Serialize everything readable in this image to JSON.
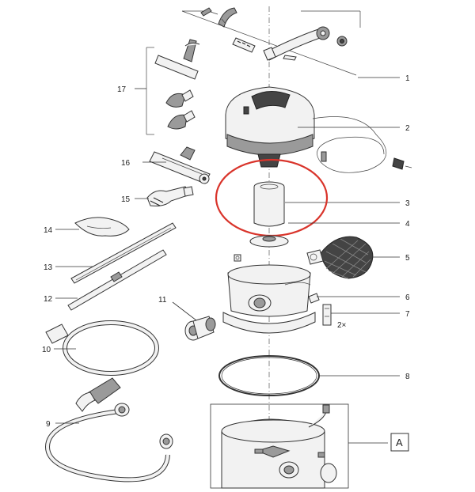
{
  "labels": {
    "p1": "1",
    "p2": "2",
    "p3": "3",
    "p4": "4",
    "p5": "5",
    "p6": "6",
    "p7": "7",
    "p7qty": "2×",
    "p8": "8",
    "p9": "9",
    "p10": "10",
    "p11": "11",
    "p12": "12",
    "p13": "13",
    "p14": "14",
    "p15": "15",
    "p16": "16",
    "p17": "17",
    "detail": "A"
  },
  "highlight_color": "#d9342b"
}
